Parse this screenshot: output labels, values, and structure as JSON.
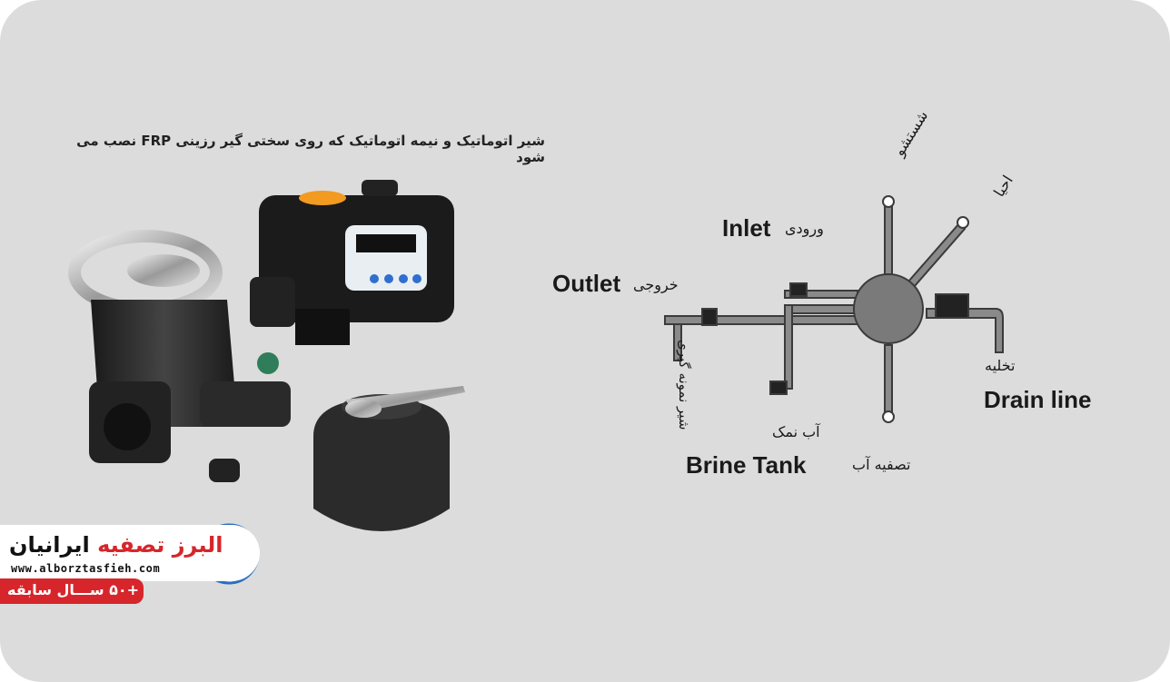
{
  "caption": "شیر اتوماتیک و نیمه اتوماتیک که روی سختی گیر رزینی FRP نصب می شود",
  "diagram": {
    "inlet_en": "Inlet",
    "inlet_fa": "ورودی",
    "outlet_en": "Outlet",
    "outlet_fa": "خروجی",
    "backwash_fa": "شستشو",
    "regen_fa": "احیا",
    "drain_fa": "تخلیه",
    "drain_en": "Drain line",
    "brine_fa": "آب نمک",
    "brine_en": "Brine Tank",
    "treated_fa": "تصفیه آب",
    "sample_fa": "شیر نمونه گیری"
  },
  "logo": {
    "brand_part1": "البرز",
    "brand_part2": "تصفیه",
    "brand_part3": "ایرانیان",
    "url": "www.alborztasfieh.com",
    "badge": "+۵۰ ســـال سابقه"
  },
  "colors": {
    "accent_red": "#d6262b",
    "background": "#dcdcdc"
  }
}
